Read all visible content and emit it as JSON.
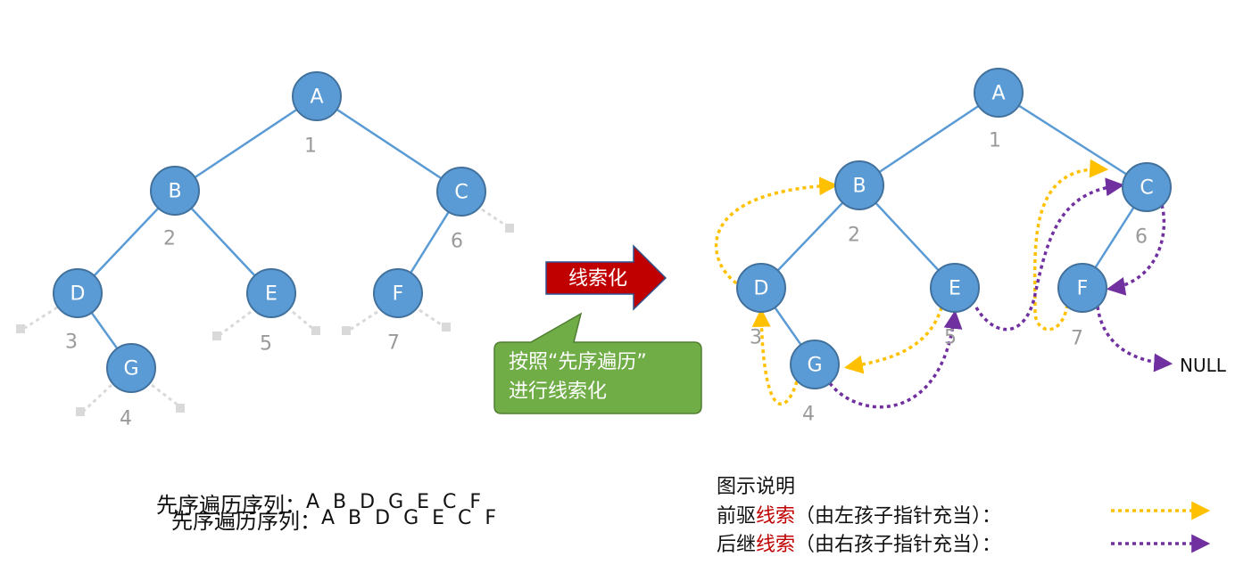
{
  "left_tree": {
    "nodes": [
      {
        "id": "A",
        "label": "A",
        "order": "1"
      },
      {
        "id": "B",
        "label": "B",
        "order": "2"
      },
      {
        "id": "C",
        "label": "C",
        "order": "6"
      },
      {
        "id": "D",
        "label": "D",
        "order": "3"
      },
      {
        "id": "E",
        "label": "E",
        "order": "5"
      },
      {
        "id": "F",
        "label": "F",
        "order": "7"
      },
      {
        "id": "G",
        "label": "G",
        "order": "4"
      }
    ],
    "sequence_label": "先序遍历序列：",
    "sequence_value": "A B D G E C F"
  },
  "middle": {
    "arrow_label": "线索化",
    "callout_line1": "按照“先序遍历”",
    "callout_line2": "进行线索化"
  },
  "right_tree": {
    "nodes": [
      {
        "id": "A",
        "label": "A",
        "order": "1"
      },
      {
        "id": "B",
        "label": "B",
        "order": "2"
      },
      {
        "id": "C",
        "label": "C",
        "order": "6"
      },
      {
        "id": "D",
        "label": "D",
        "order": "3"
      },
      {
        "id": "E",
        "label": "E",
        "order": "5"
      },
      {
        "id": "F",
        "label": "F",
        "order": "7"
      },
      {
        "id": "G",
        "label": "G",
        "order": "4"
      }
    ],
    "null_label": "NULL"
  },
  "legend": {
    "title": "图示说明",
    "pred_prefix": "前驱",
    "pred_red": "线索",
    "pred_suffix": "（由左孩子指针充当）：",
    "succ_prefix": "后继",
    "succ_red": "线索",
    "succ_suffix": "（由右孩子指针充当）：",
    "pred_color": "#ffc000",
    "succ_color": "#7030a0"
  },
  "colors": {
    "node_fill": "#5b9bd5",
    "node_stroke": "#41719c",
    "edge": "#5b9bd5",
    "null_stub": "#d9d9d9",
    "arrow_red": "#c00000",
    "callout_green": "#70ad47"
  }
}
